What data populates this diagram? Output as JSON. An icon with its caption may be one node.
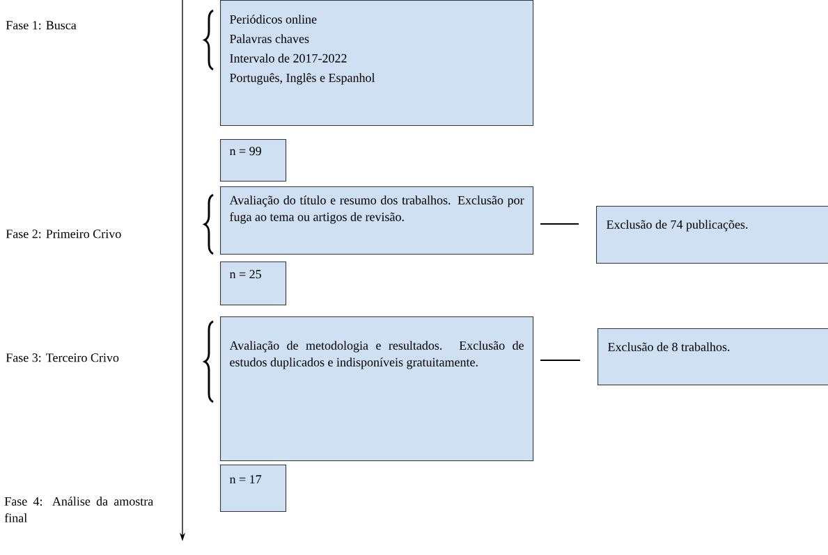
{
  "diagram": {
    "nodes": [
      {
        "text": [
          "Periódicos online",
          "Palavras chaves",
          "Intervalo de 2017-2022",
          "Português, Inglês e Espanhol"
        ]
      },
      {
        "text": [
          "n = 99"
        ]
      },
      {
        "text": [
          "Avaliação do título e resumo dos trabalhos. Exclusão por fuga ao tema ou artigos de revisão."
        ]
      },
      {
        "text": [
          "Exclusão de 74 publicações."
        ]
      },
      {
        "text": [
          "n = 25"
        ]
      },
      {
        "text": [
          "Avaliação de metodologia e resultados. Exclusão de estudos duplicados e indisponíveis gratuitamente."
        ]
      },
      {
        "text": [
          "Exclusão de 8 trabalhos."
        ]
      },
      {
        "text": [
          "n = 17"
        ]
      }
    ],
    "edges": [
      {
        "from": 2,
        "to": 3,
        "arrow": "none"
      },
      {
        "from": 5,
        "to": 6,
        "arrow": "none"
      }
    ],
    "labels": [
      "Fase 1: Busca",
      "Fase 2: Primeiro Crivo",
      "Fase 3: Terceiro Crivo",
      "Fase 4: Análise da amostra final"
    ]
  }
}
